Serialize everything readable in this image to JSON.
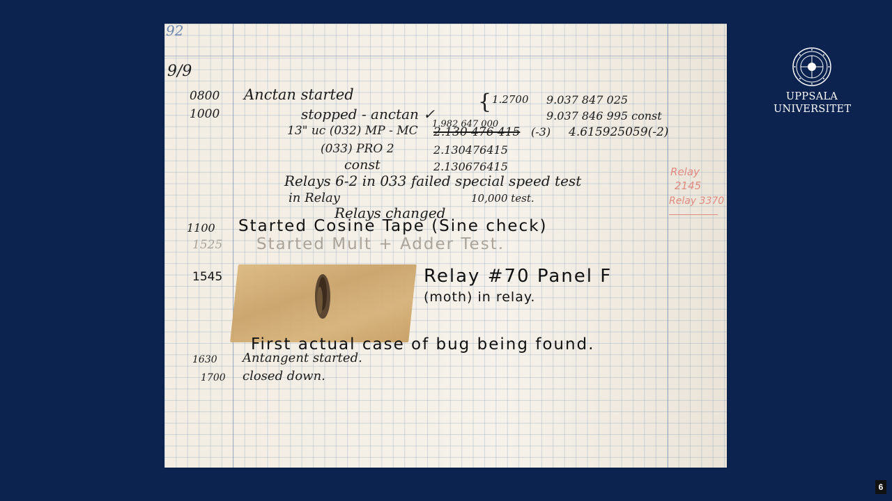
{
  "logo": {
    "line1": "UPPSALA",
    "line2": "UNIVERSITET"
  },
  "slide_number": "6",
  "logbook": {
    "page_number": "92",
    "date": "9/9",
    "lines": [
      {
        "time": "0800",
        "text": "Anctan started"
      },
      {
        "time": "1000",
        "text": "stopped - anctan ✓"
      },
      {
        "time": "",
        "text": "13\" uc (032) MP - MC"
      },
      {
        "time": "",
        "text": "(033) PRO 2"
      },
      {
        "time": "",
        "text": "const"
      },
      {
        "time": "",
        "text": "Relays 6-2 in 033 failed special speed test"
      },
      {
        "time": "",
        "text": "in Relay"
      },
      {
        "time": "",
        "text": "Relays changed"
      },
      {
        "time": "1100",
        "text": "Started Cosine Tape (Sine check)"
      },
      {
        "time": "1525",
        "text": "Started Mult + Adder Test."
      },
      {
        "time": "1545",
        "text": "Relay #70 Panel F"
      },
      {
        "time": "",
        "text": "(moth) in relay."
      },
      {
        "time": "",
        "text": "First actual case of bug being found."
      },
      {
        "time": "1630",
        "text": "Antangent started."
      },
      {
        "time": "1700",
        "text": "closed down."
      }
    ],
    "numbers": {
      "n1": "1.2700",
      "n2": "9.037 847 025",
      "n3": "9.037 846 995 const",
      "n4": "1.982 647 000",
      "n5": "2.130 476 415",
      "n6": "(-3)",
      "n7": "4.615925059(-2)",
      "n8": "2.130476415",
      "n9": "2.130676415",
      "n10": "10,000 test."
    },
    "margin_note": {
      "l1": "Relay",
      "l2": "2145",
      "l3": "Relay 3370"
    }
  }
}
